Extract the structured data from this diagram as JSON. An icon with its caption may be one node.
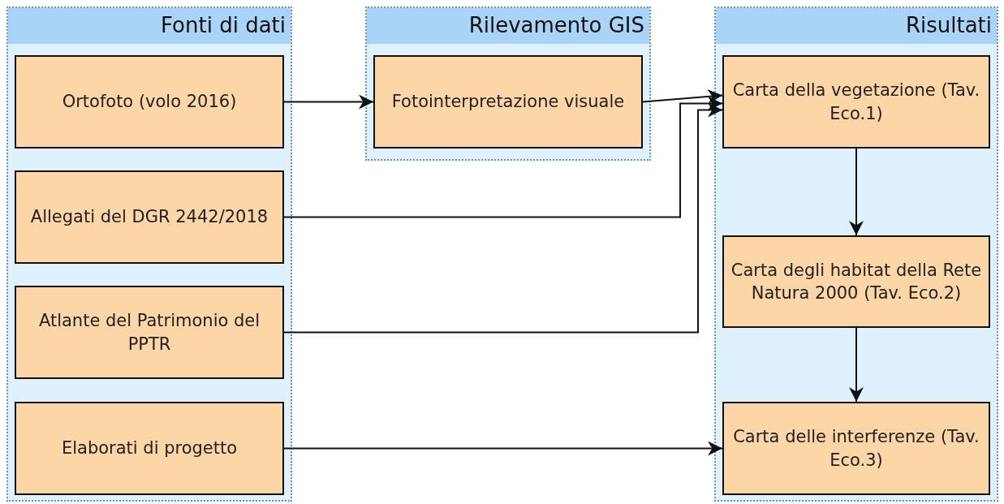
{
  "diagram": {
    "nodes": [
      {
        "text": [
          "Fonti di dati"
        ]
      },
      {
        "text": [
          "Ortofoto (volo 2016)"
        ],
        "in": 0
      },
      {
        "text": [
          "Allegati del DGR 2442/2018"
        ],
        "in": 0
      },
      {
        "text": [
          "Atlante del Patrimonio del PPTR"
        ],
        "in": 0
      },
      {
        "text": [
          "Elaborati di progetto"
        ],
        "in": 0
      },
      {
        "text": [
          "Rilevamento GIS"
        ]
      },
      {
        "text": [
          "Fotointerpretazione visuale"
        ],
        "in": 5
      },
      {
        "text": [
          "Risultati"
        ]
      },
      {
        "text": [
          "Carta della vegetazione (Tav. Eco.1)"
        ],
        "in": 7
      },
      {
        "text": [
          "Carta degli habitat della Rete Natura 2000 (Tav. Eco.2)"
        ],
        "in": 7
      },
      {
        "text": [
          "Carta delle interferenze (Tav. Eco.3)"
        ],
        "in": 7
      }
    ],
    "edges": [
      {
        "from": 1,
        "to": 6,
        "arrow": "to"
      },
      {
        "from": 6,
        "to": 8,
        "arrow": "to"
      },
      {
        "from": 2,
        "to": 8,
        "arrow": "to"
      },
      {
        "from": 3,
        "to": 8,
        "arrow": "to"
      },
      {
        "from": 8,
        "to": 9,
        "arrow": "to"
      },
      {
        "from": 9,
        "to": 10,
        "arrow": "to"
      },
      {
        "from": 4,
        "to": 10,
        "arrow": "to"
      }
    ]
  }
}
